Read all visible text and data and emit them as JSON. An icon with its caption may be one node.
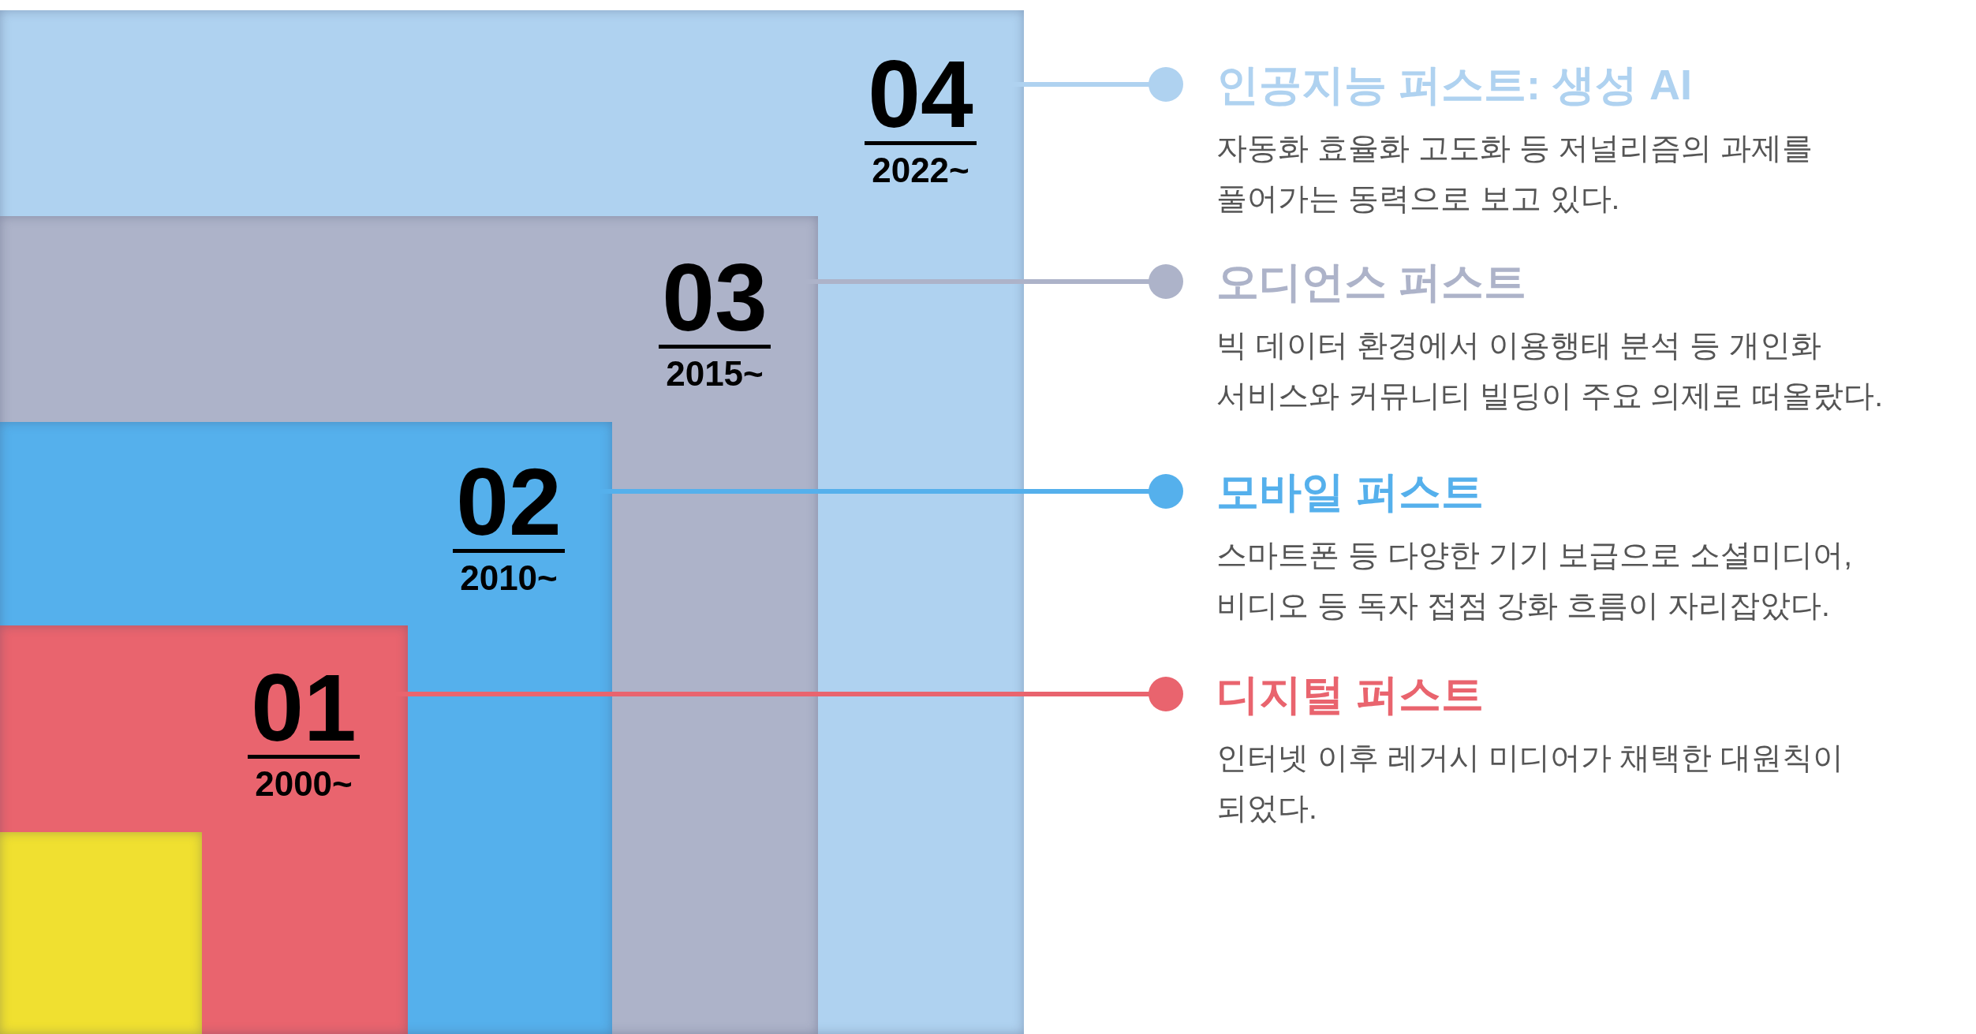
{
  "diagram": {
    "nodes": [
      {
        "text": [],
        "shape": "box"
      },
      {
        "text": [
          "04",
          "2022~"
        ],
        "in": 0
      },
      {
        "text": [],
        "shape": "box",
        "in": 0
      },
      {
        "text": [
          "03",
          "2015~"
        ],
        "in": 2
      },
      {
        "text": [],
        "shape": "box",
        "in": 2
      },
      {
        "text": [
          "02",
          "2010~"
        ],
        "in": 4
      },
      {
        "text": [],
        "shape": "box",
        "in": 4
      },
      {
        "text": [
          "01",
          "2000~"
        ],
        "in": 6
      },
      {
        "text": [],
        "shape": "box",
        "in": 6
      },
      {
        "text": [
          "인공지능 퍼스트: 생성 AI",
          "자동화 효율화 고도화 등 저널리즘의 과제를 풀어가는 동력으로 보고 있다."
        ]
      },
      {
        "text": [
          "오디언스 퍼스트",
          "빅 데이터 환경에서 이용행태 분석 등 개인화 서비스와 커뮤니티 빌딩이 주요 의제로 떠올랐다."
        ]
      },
      {
        "text": [
          "모바일 퍼스트",
          "스마트폰 등 다양한 기기 보급으로 소셜미디어, 비디오 등 독자 접점 강화 흐름이 자리잡았다."
        ]
      },
      {
        "text": [
          "디지털 퍼스트",
          "인터넷 이후 레거시 미디어가 채택한 대원칙이 되었다."
        ]
      }
    ],
    "edges": [
      {
        "from": 1,
        "to": 9,
        "arrow": "other",
        "color": "#afd2f0"
      },
      {
        "from": 3,
        "to": 10,
        "arrow": "other",
        "color": "#adb3c9"
      },
      {
        "from": 5,
        "to": 11,
        "arrow": "other",
        "color": "#55b0ec"
      },
      {
        "from": 7,
        "to": 12,
        "arrow": "other",
        "color": "#e9646e"
      }
    ]
  }
}
